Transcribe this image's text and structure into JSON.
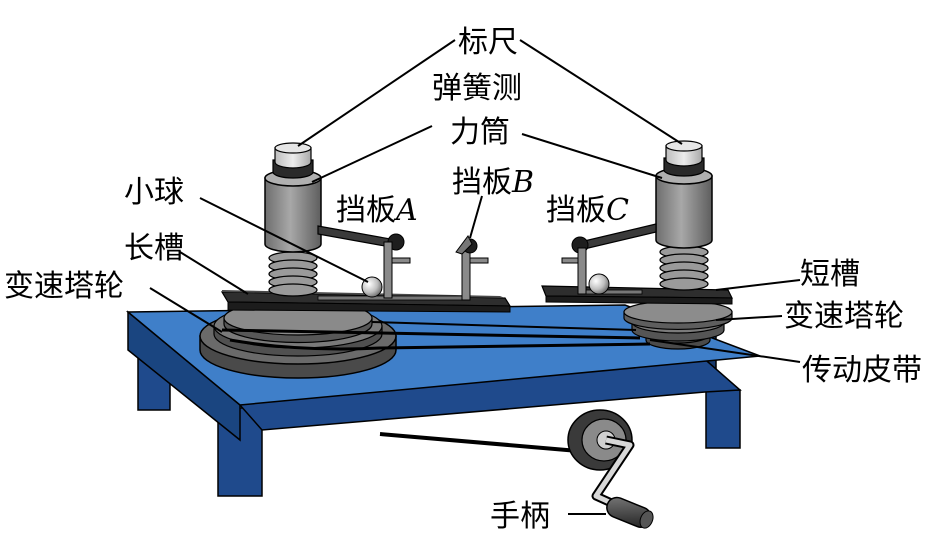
{
  "labels": {
    "ruler": "标尺",
    "spring_line1": "弹簧测",
    "spring_line2": "力筒",
    "ball": "小球",
    "baffle": "挡板",
    "baffle_a": "A",
    "baffle_b": "B",
    "baffle_c": "C",
    "long_groove": "长槽",
    "short_groove": "短槽",
    "tower_wheel_left": "变速塔轮",
    "tower_wheel_right": "变速塔轮",
    "belt": "传动皮带",
    "handle": "手柄"
  },
  "colors": {
    "table_top": "#3f7fc9",
    "table_side": "#1f4a8c",
    "cylinder": "#8c8c8c",
    "groove": "#3b3b3b",
    "wheel": "#5a5a5a"
  }
}
